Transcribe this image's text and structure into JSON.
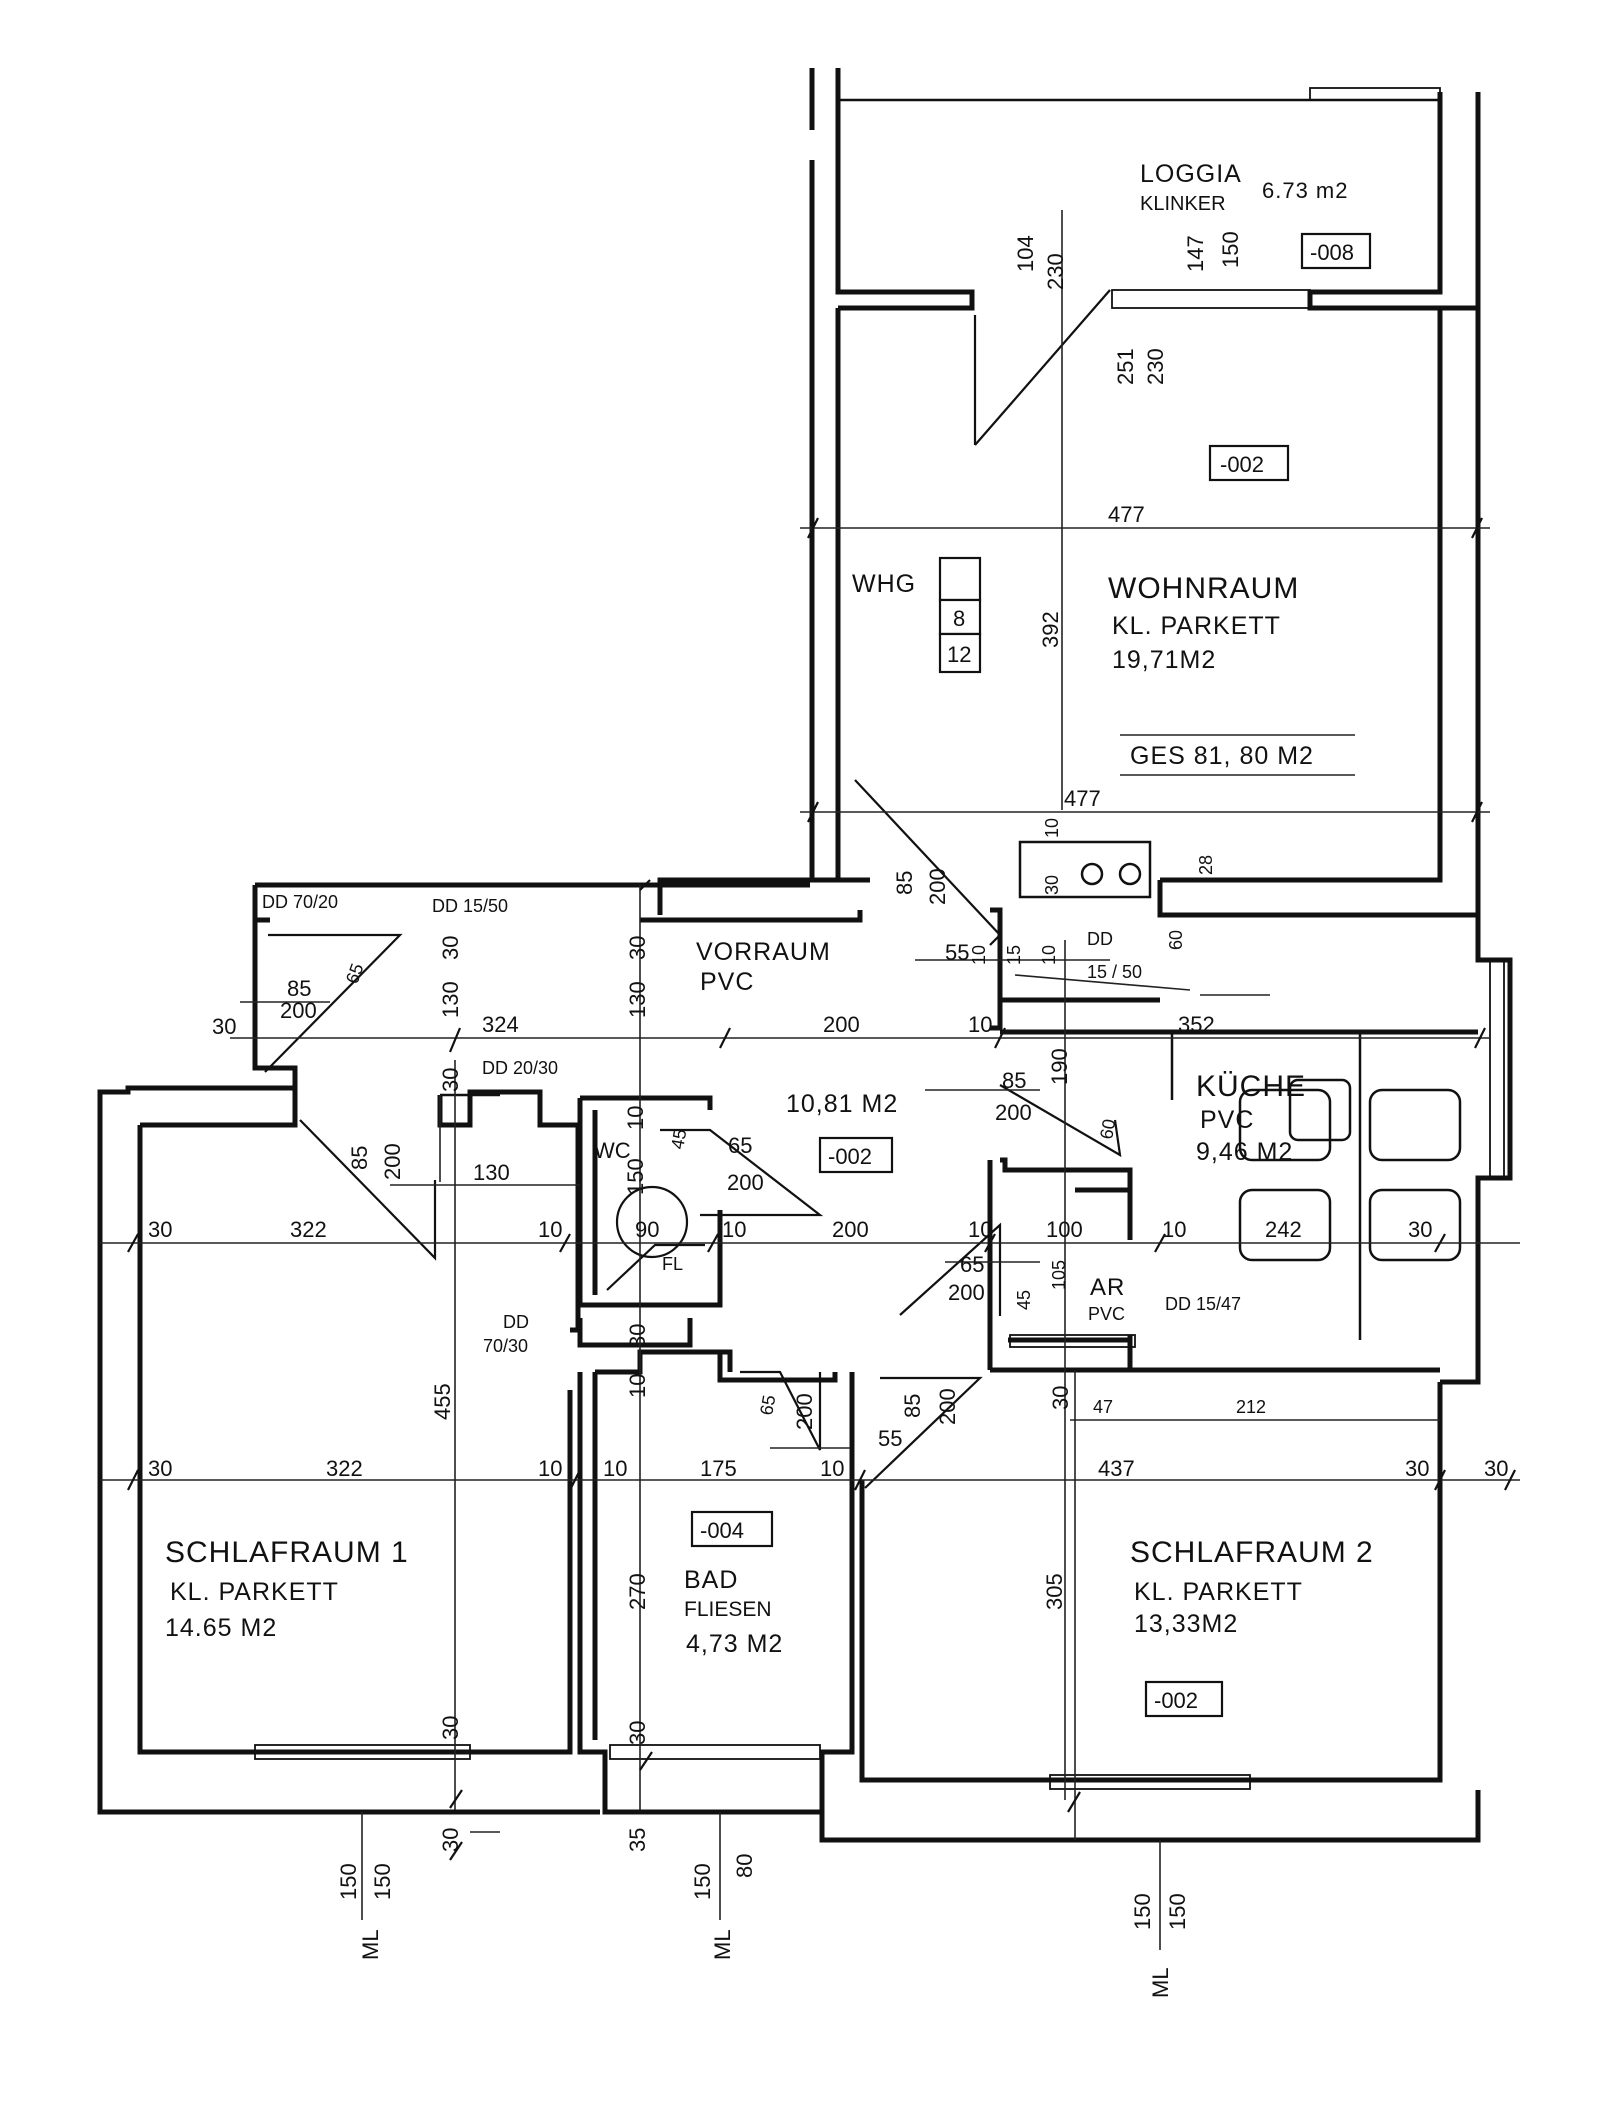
{
  "rooms": {
    "loggia": {
      "name": "LOGGIA",
      "floor": "KLINKER",
      "area": "6.73 m2",
      "code": "-008"
    },
    "wohnraum": {
      "name": "WOHNRAUM",
      "floor": "KL. PARKETT",
      "area": "19,71M2",
      "code": "-002",
      "total": "GES 81, 80  M2"
    },
    "vorraum": {
      "name": "VORRAUM",
      "floor": "PVC",
      "area": "10,81 M2",
      "code": "-002"
    },
    "kueche": {
      "name": "KÜCHE",
      "floor": "PVC",
      "area": "9,46 M2"
    },
    "schlafraum1": {
      "name": "SCHLAFRAUM 1",
      "floor": "KL. PARKETT",
      "area": "14.65 M2"
    },
    "bad": {
      "name": "BAD",
      "floor": "FLIESEN",
      "area": "4,73 M2",
      "code": "-004"
    },
    "schlafraum2": {
      "name": "SCHLAFRAUM 2",
      "floor": "KL. PARKETT",
      "area": "13,33M2",
      "code": "-002"
    },
    "wc": {
      "name": "WC"
    },
    "ar": {
      "name": "AR",
      "floor": "PVC"
    },
    "fl": {
      "name": "FL"
    }
  },
  "whg": {
    "label": "WHG",
    "top": "8",
    "bottom": "12"
  },
  "openings": {
    "dd_70_20": "DD 70/20",
    "dd_15_50_top": "DD 15/50",
    "dd_20_30": "DD 20/30",
    "dd_70_30_a": "DD",
    "dd_70_30_b": "70/30",
    "dd_15_50_kitchen_a": "DD",
    "dd_15_50_kitchen_b": "15 / 50",
    "dd_15_47": "DD 15/47"
  },
  "dimensions": {
    "d477_top": "477",
    "d477_mid": "477",
    "d392": "392",
    "d104": "104",
    "d230_a": "230",
    "d147": "147",
    "d150_a": "150",
    "d251": "251",
    "d230_b": "230",
    "d85_a": "85",
    "d200_a": "200",
    "d55": "55",
    "d10_a": "10",
    "d15_a": "15",
    "d10_b": "10",
    "d10_c": "10",
    "d30_a": "30",
    "d28": "28",
    "d60": "60",
    "d324": "324",
    "d200_b": "200",
    "d10_d": "10",
    "d352": "352",
    "d30_b": "30",
    "d130_a": "130",
    "d30_c": "30",
    "d130_b": "130",
    "d85_b": "85",
    "d65_a": "65",
    "d200_c": "200",
    "d30_d": "30",
    "d30_e": "30",
    "d10_e": "10",
    "d45_a": "45",
    "d150_b": "150",
    "d65_b": "65",
    "d200_d": "200",
    "d85_c": "85",
    "d200_e": "200",
    "d190": "190",
    "d60_b": "60",
    "d85_d": "85",
    "d200_f": "200",
    "d130_c": "130",
    "d30_f": "30",
    "d322_a": "322",
    "d10_f": "10",
    "d90": "90",
    "d10_g": "10",
    "d200_g": "200",
    "d10_h": "10",
    "d100": "100",
    "d10_i": "10",
    "d242": "242",
    "d30_g": "30",
    "d65_c": "65",
    "d200_h": "200",
    "d45_b": "45",
    "d105": "105",
    "d455": "455",
    "d30_h": "30",
    "d10_j": "10",
    "d65_d": "65",
    "d200_i": "200",
    "d55_b": "55",
    "d85_e": "85",
    "d200_j": "200",
    "d30_i": "30",
    "d47": "47",
    "d212": "212",
    "d30_j": "30",
    "d322_b": "322",
    "d10_k": "10",
    "d10_l": "10",
    "d175": "175",
    "d10_m": "10",
    "d437": "437",
    "d30_k": "30",
    "d30_l": "30",
    "d270": "270",
    "d305": "305",
    "d30_m": "30",
    "d30_n": "30",
    "d30_o": "30",
    "d35": "35"
  },
  "markers": {
    "ml1_a": "150",
    "ml1_b": "150",
    "ml1_c": "ML",
    "ml2_a": "150",
    "ml2_b": "80",
    "ml2_c": "ML",
    "ml3_a": "150",
    "ml3_b": "150",
    "ml3_c": "ML"
  }
}
